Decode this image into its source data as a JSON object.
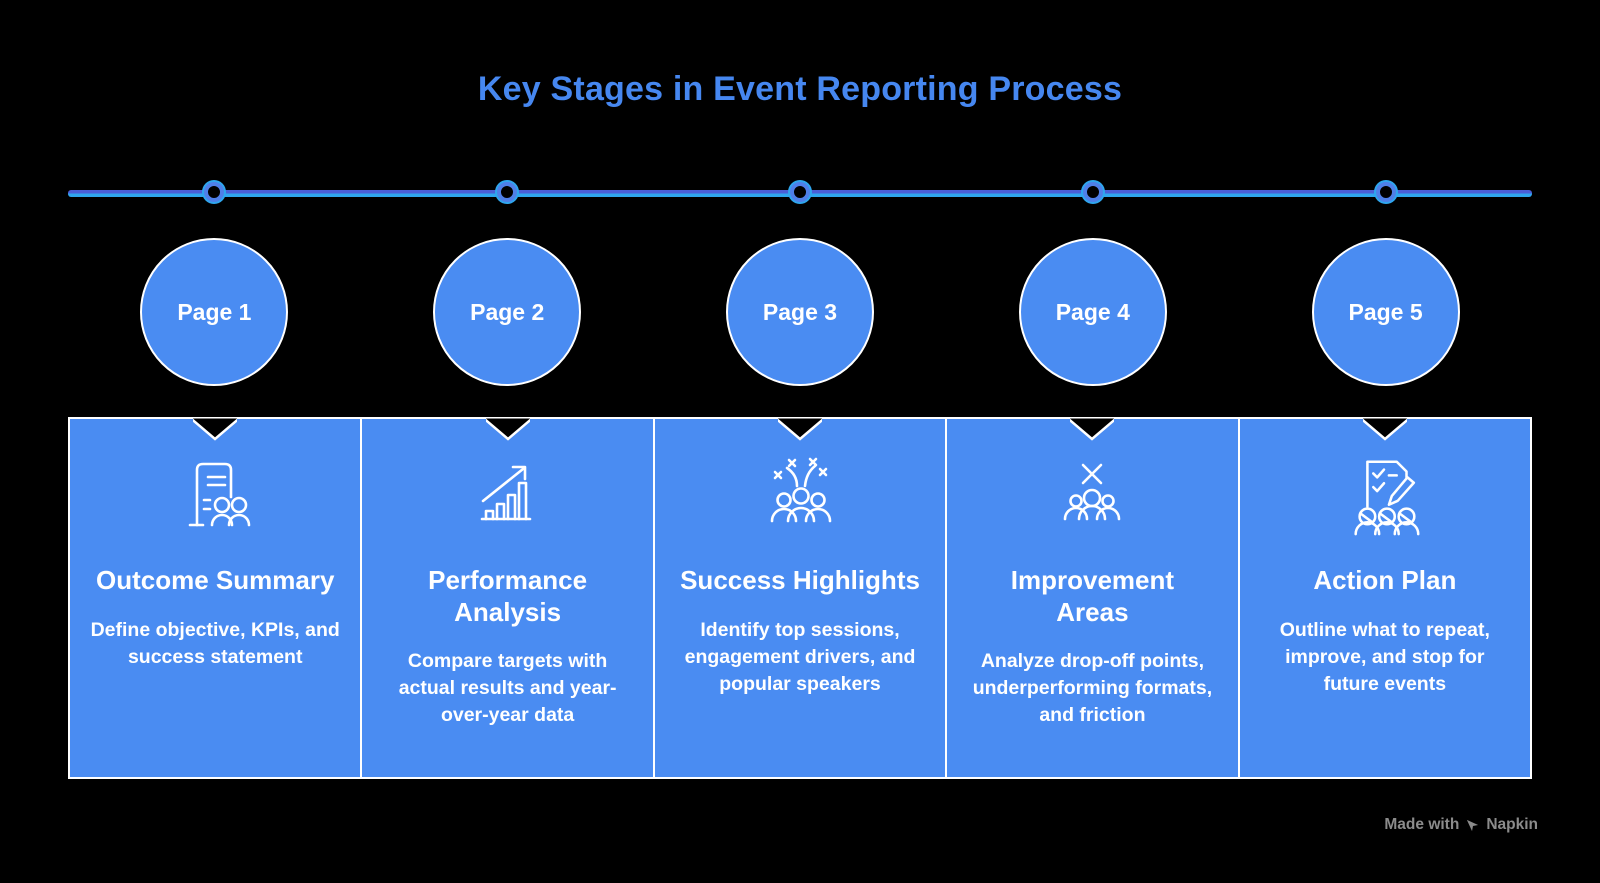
{
  "title": "Key Stages in Event Reporting Process",
  "colors": {
    "background": "#000000",
    "accent_blue": "#4A8CF2",
    "title_blue": "#4687F0",
    "timeline_top": "#4A5FD8",
    "timeline_bottom": "#2FA6EE",
    "text_on_blue": "#FFFFFF",
    "watermark_gray": "#8B8B8B"
  },
  "stages": [
    {
      "page": "Page 1",
      "title": "Outcome Summary",
      "description": "Define objective, KPIs, and\nsuccess statement",
      "icon": "report-with-people-icon"
    },
    {
      "page": "Page 2",
      "title": "Performance\nAnalysis",
      "description": "Compare targets with\nactual results and year-\nover-year data",
      "icon": "growth-bar-chart-icon"
    },
    {
      "page": "Page 3",
      "title": "Success Highlights",
      "description": "Identify top sessions,\nengagement drivers, and\npopular speakers",
      "icon": "celebration-audience-icon"
    },
    {
      "page": "Page 4",
      "title": "Improvement\nAreas",
      "description": "Analyze drop-off points,\nunderperforming formats,\nand friction",
      "icon": "excluded-audience-icon"
    },
    {
      "page": "Page 5",
      "title": "Action Plan",
      "description": "Outline what to repeat,\nimprove, and stop for\nfuture events",
      "icon": "checklist-pencil-audience-icon"
    }
  ],
  "watermark": {
    "prefix": "Made with",
    "brand": "Napkin"
  }
}
